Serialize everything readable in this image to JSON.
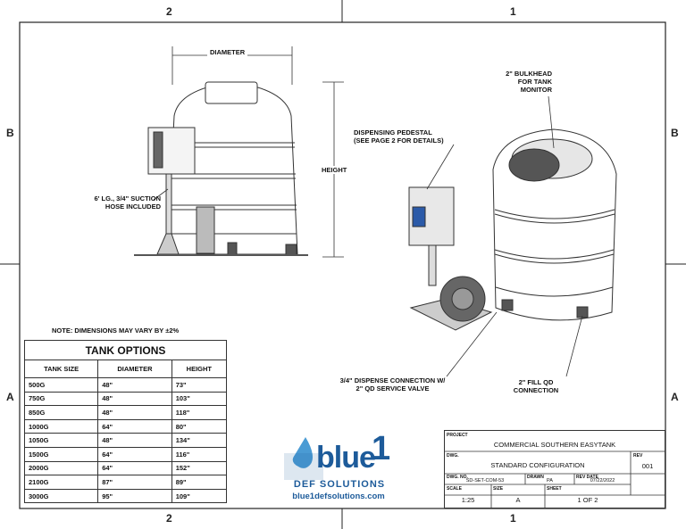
{
  "zones": {
    "top_left": "2",
    "top_right": "1",
    "bottom_left": "2",
    "bottom_right": "1",
    "row_b": "B",
    "row_a": "A"
  },
  "front_view": {
    "diameter_label": "DIAMETER",
    "height_label": "HEIGHT",
    "hose_note": "6' LG., 3/4\" SUCTION\nHOSE INCLUDED"
  },
  "iso_view": {
    "bulkhead_note": "2\" BULKHEAD\nFOR TANK\nMONITOR",
    "pedestal_note": "DISPENSING PEDESTAL\n(SEE PAGE 2 FOR DETAILS)",
    "dispense_note": "3/4\"  DISPENSE CONNECTION W/\n2\" QD SERVICE VALVE",
    "fill_note": "2\" FILL QD\nCONNECTION"
  },
  "dimension_note": "NOTE: DIMENSIONS MAY VARY BY ±2%",
  "tank_options": {
    "title": "TANK OPTIONS",
    "headers": [
      "TANK SIZE",
      "DIAMETER",
      "HEIGHT"
    ],
    "rows": [
      [
        "500G",
        "48\"",
        "73\""
      ],
      [
        "750G",
        "48\"",
        "103\""
      ],
      [
        "850G",
        "48\"",
        "118\""
      ],
      [
        "1000G",
        "64\"",
        "80\""
      ],
      [
        "1050G",
        "48\"",
        "134\""
      ],
      [
        "1500G",
        "64\"",
        "116\""
      ],
      [
        "2000G",
        "64\"",
        "152\""
      ],
      [
        "2100G",
        "87\"",
        "89\""
      ],
      [
        "3000G",
        "95\"",
        "109\""
      ]
    ]
  },
  "logo": {
    "word": "blue",
    "numeral": "1",
    "sub": "DEF SOLUTIONS",
    "url": "blue1defsolutions.com",
    "brand_color": "#1d5b9a",
    "drop_color": "#4a9bd4"
  },
  "title_block": {
    "project_label": "PROJECT",
    "project_value": "COMMERCIAL SOUTHERN EASYTANK",
    "dwg_label": "DWG.",
    "dwg_value": "STANDARD CONFIGURATION",
    "dwg_no_label": "DWG. NO.",
    "dwg_no_value": "SD-SET-COM-53",
    "drawn_label": "DRAWN",
    "drawn_value": "PA",
    "rev_date_label": "REV DATE",
    "rev_date_value": "07/22/2022",
    "rev_label": "REV",
    "rev_value": "001",
    "scale_label": "SCALE",
    "scale_value": "1:25",
    "size_label": "SIZE",
    "size_value": "A",
    "sheet_label": "SHEET",
    "sheet_value": "1 OF 2"
  }
}
